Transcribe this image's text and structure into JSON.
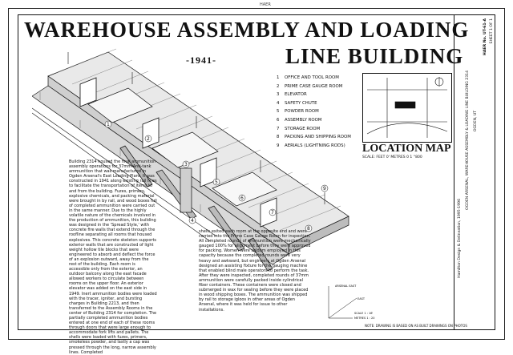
{
  "title_line1": "WAREHOUSE ASSEMBLY AND LOADING",
  "title_line2": "LINE BUILDING",
  "year": "-1941-",
  "legend": [
    {
      "num": "1",
      "label": "OFFICE AND TOOL ROOM"
    },
    {
      "num": "2",
      "label": "PRIME CASE GAUGE ROOM"
    },
    {
      "num": "3",
      "label": "ELEVATOR"
    },
    {
      "num": "4",
      "label": "SAFETY CHUTE"
    },
    {
      "num": "5",
      "label": "POWDER ROOM"
    },
    {
      "num": "6",
      "label": "ASSEMBLY ROOM"
    },
    {
      "num": "7",
      "label": "STORAGE ROOM"
    },
    {
      "num": "8",
      "label": "PACKING AND SHIPPING ROOM"
    },
    {
      "num": "9",
      "label": "AERIALS (LIGHTNING RODS)"
    }
  ],
  "location_map_title": "LOCATION MAP",
  "location_map_scale": "SCALE: FEET 0'    METRES 0    1 ''800",
  "paragraph_left": "Building 2314 housed the final ammunition assembly operations for 37mm Anti-tank ammunition that was manufactured in Ogden Arsenal's East Loading Plant. It was constructed in 1941 along existing rail lines to facilitate the transportation of items to and from the building. Fuzes, primers, explosive chemicals, and packing material were brought in by rail, and wood boxes full of completed ammunition were carried out in the same manner. Due to the highly volatile nature of the chemicals involved in the production of ammunition, this building was designed in the 'Spread Style,' with concrete fire walls that extend through the roofline separating all rooms that housed explosives. This concrete skeleton supports exterior walls that are constructed of light weight hollow tile blocks that were engineered to absorb and deflect the force of an explosion outward, away from the rest of the building. Each room is accessible only from the exterior, an outdoor balcony along the east facade allowed workers to circulate between rooms on the upper floor. An exterior elevator was added on the east side in 1949. Inert ammunition bodies were loaded with the tracer, igniter, and bursting charges in Building 2213, and then transferred to the Assembly Rooms in the center of Building 2314 for completion. The partially completed ammunition bodies entered at one end of each of these rooms through doors that were large enough to accommodate fork lifts and pallets. The shells were loaded with fuzes, primers, smokeless powder, and lastly a cap was pressed through the long, narrow assembly lines. Completed",
  "paragraph_right": "shells exited each room at the opposite end and were carried into the Prime Case Gauge Room for inspection. All completed rounds of ammunition were mechanically gauged 100% for alignment before they were approved for packing. Women were seldom employed in this capacity because the completed rounds were very heavy and awkward, but engineers at Ogden Arsenal designed an assisting fixture for the gauging machine that enabled blind male operators to perform the task. After they were inspected, completed rounds of 37mm ammunition were carefully packed inside cylindrical fiber containers. These containers were closed and submerged in wax for sealing before they were placed in wood shipping boxes. The ammunition was shipped by rail to storage igloos in other areas of Ogden Arsenal, where it was held for issue to other installations.",
  "diagram_labels": {
    "north": "ARSENAL EAST",
    "east": "EAST",
    "scale": "SCALE 1 : 16'",
    "metres": "METRES 1 : 20"
  },
  "note": "NOTE: DRAWING IS BASED ON AS BUILT DRAWINGS ON PHOTOS",
  "title_block": [
    "Hamilton Design & Delineation, 1995-1996",
    "OGDEN ARSENAL, WAREHOUSE ASSEMBLY & LOADING LINE BUILDING 2314",
    "OGDEN, UT",
    "HAER No. UT-61-A",
    "SHEET 1 OF 1"
  ],
  "top_mark": "HAER"
}
